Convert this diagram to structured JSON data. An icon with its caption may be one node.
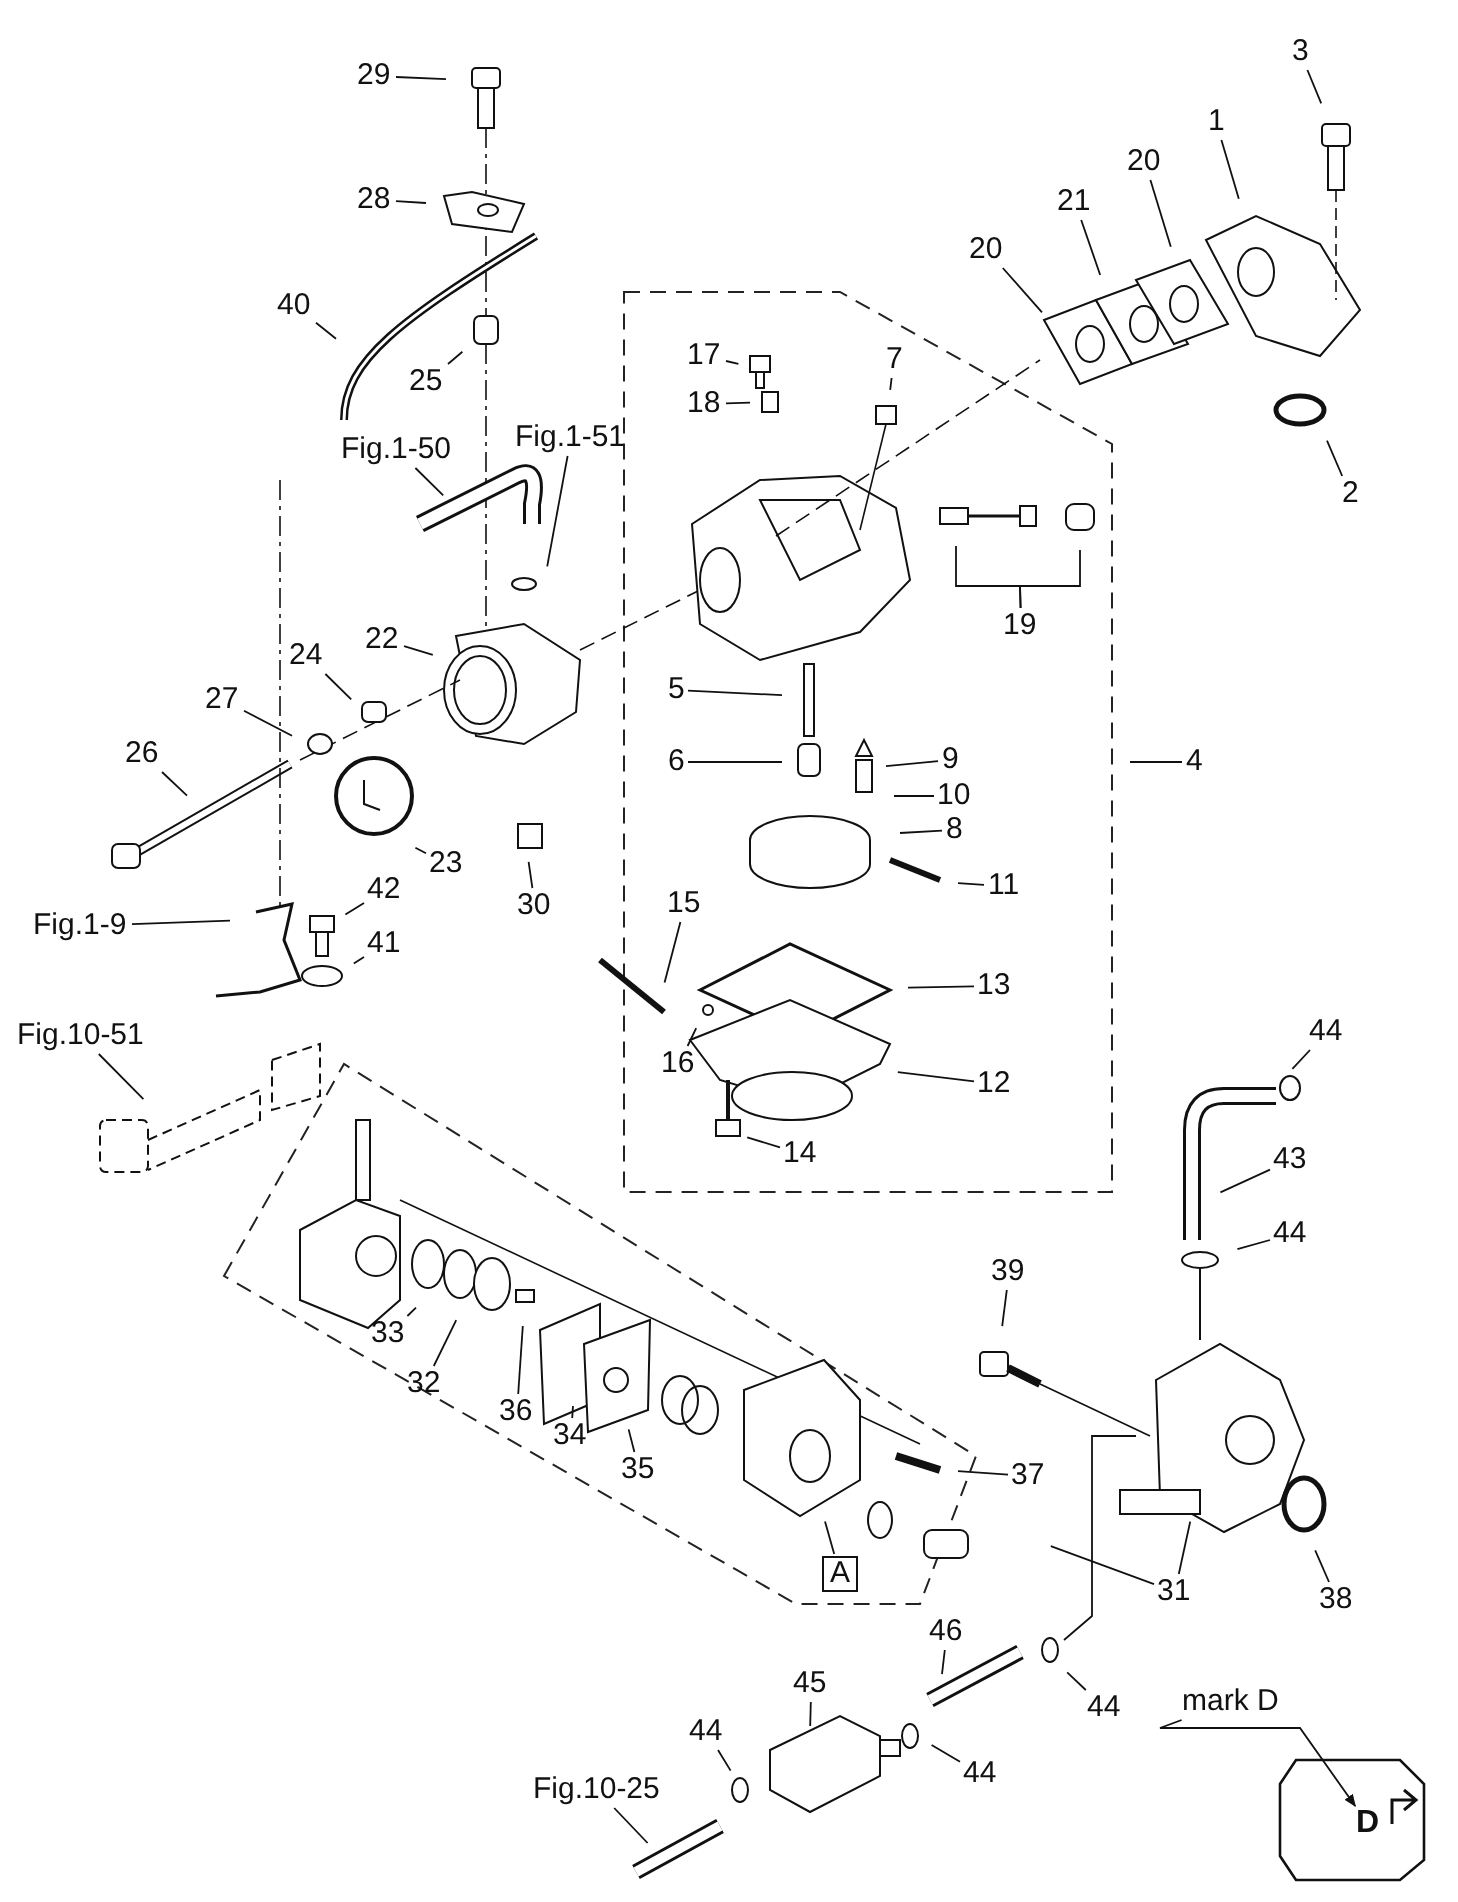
{
  "diagram": {
    "nodes": [
      {
        "text": [
          "29"
        ]
      },
      {
        "text": [
          "3"
        ]
      },
      {
        "text": [
          "1"
        ]
      },
      {
        "text": [
          "28"
        ]
      },
      {
        "text": [
          "20"
        ]
      },
      {
        "text": [
          "21"
        ]
      },
      {
        "text": [
          "20"
        ]
      },
      {
        "text": [
          "40"
        ]
      },
      {
        "text": [
          "17"
        ]
      },
      {
        "text": [
          "7"
        ]
      },
      {
        "text": [
          "25"
        ]
      },
      {
        "text": [
          "18"
        ]
      },
      {
        "text": [
          "Fig.1-51"
        ]
      },
      {
        "text": [
          "Fig.1-50"
        ]
      },
      {
        "text": [
          "2"
        ]
      },
      {
        "text": [
          "19"
        ]
      },
      {
        "text": [
          "22"
        ]
      },
      {
        "text": [
          "24"
        ]
      },
      {
        "text": [
          "5"
        ]
      },
      {
        "text": [
          "27"
        ]
      },
      {
        "text": [
          "26"
        ]
      },
      {
        "text": [
          "4"
        ]
      },
      {
        "text": [
          "9"
        ]
      },
      {
        "text": [
          "6"
        ]
      },
      {
        "text": [
          "10"
        ]
      },
      {
        "text": [
          "8"
        ]
      },
      {
        "text": [
          "23"
        ]
      },
      {
        "text": [
          "11"
        ]
      },
      {
        "text": [
          "42"
        ]
      },
      {
        "text": [
          "30"
        ]
      },
      {
        "text": [
          "15"
        ]
      },
      {
        "text": [
          "Fig.1-9"
        ]
      },
      {
        "text": [
          "41"
        ]
      },
      {
        "text": [
          "13"
        ]
      },
      {
        "text": [
          "44"
        ]
      },
      {
        "text": [
          "Fig.10-51"
        ]
      },
      {
        "text": [
          "16"
        ]
      },
      {
        "text": [
          "12"
        ]
      },
      {
        "text": [
          "14"
        ]
      },
      {
        "text": [
          "43"
        ]
      },
      {
        "text": [
          "44"
        ]
      },
      {
        "text": [
          "39"
        ]
      },
      {
        "text": [
          "33"
        ]
      },
      {
        "text": [
          "32"
        ]
      },
      {
        "text": [
          "36"
        ]
      },
      {
        "text": [
          "34"
        ]
      },
      {
        "text": [
          "35"
        ]
      },
      {
        "text": [
          "37"
        ]
      },
      {
        "text": [
          "A"
        ]
      },
      {
        "text": [
          "38"
        ]
      },
      {
        "text": [
          "31"
        ]
      },
      {
        "text": [
          "46"
        ]
      },
      {
        "text": [
          "45"
        ]
      },
      {
        "text": [
          "mark D"
        ]
      },
      {
        "text": [
          "44"
        ]
      },
      {
        "text": [
          "44"
        ]
      },
      {
        "text": [
          "44"
        ]
      },
      {
        "text": [
          "Fig.10-25"
        ]
      },
      {
        "text": [
          "D"
        ]
      }
    ],
    "edges": [
      {
        "from": 0,
        "to": null,
        "arrow": "none"
      },
      {
        "from": 1,
        "to": null,
        "arrow": "none"
      },
      {
        "from": 2,
        "to": null,
        "arrow": "none"
      },
      {
        "from": 3,
        "to": null,
        "arrow": "none"
      },
      {
        "from": 4,
        "to": null,
        "arrow": "none"
      },
      {
        "from": 5,
        "to": null,
        "arrow": "none"
      },
      {
        "from": 6,
        "to": null,
        "arrow": "none"
      },
      {
        "from": 7,
        "to": null,
        "arrow": "none"
      },
      {
        "from": 8,
        "to": null,
        "arrow": "none"
      },
      {
        "from": 9,
        "to": null,
        "arrow": "none"
      },
      {
        "from": 10,
        "to": null,
        "arrow": "none"
      },
      {
        "from": 11,
        "to": null,
        "arrow": "none"
      },
      {
        "from": 12,
        "to": null,
        "arrow": "none"
      },
      {
        "from": 13,
        "to": null,
        "arrow": "none"
      },
      {
        "from": 14,
        "to": null,
        "arrow": "none"
      },
      {
        "from": 15,
        "to": null,
        "arrow": "none"
      },
      {
        "from": 15,
        "to": null,
        "arrow": "none"
      },
      {
        "from": 16,
        "to": null,
        "arrow": "none"
      },
      {
        "from": 17,
        "to": null,
        "arrow": "none"
      },
      {
        "from": 18,
        "to": null,
        "arrow": "none"
      },
      {
        "from": 19,
        "to": null,
        "arrow": "none"
      },
      {
        "from": 20,
        "to": null,
        "arrow": "none"
      },
      {
        "from": 21,
        "to": null,
        "arrow": "none"
      },
      {
        "from": 22,
        "to": null,
        "arrow": "none"
      },
      {
        "from": 23,
        "to": null,
        "arrow": "none"
      },
      {
        "from": 24,
        "to": null,
        "arrow": "none"
      },
      {
        "from": 25,
        "to": null,
        "arrow": "none"
      },
      {
        "from": 26,
        "to": null,
        "arrow": "none"
      },
      {
        "from": 27,
        "to": null,
        "arrow": "none"
      },
      {
        "from": 28,
        "to": null,
        "arrow": "none"
      },
      {
        "from": 29,
        "to": null,
        "arrow": "none"
      },
      {
        "from": 30,
        "to": null,
        "arrow": "none"
      },
      {
        "from": 31,
        "to": null,
        "arrow": "none"
      },
      {
        "from": 32,
        "to": null,
        "arrow": "none"
      },
      {
        "from": 33,
        "to": null,
        "arrow": "none"
      },
      {
        "from": 34,
        "to": null,
        "arrow": "none"
      },
      {
        "from": 35,
        "to": null,
        "arrow": "none"
      },
      {
        "from": 36,
        "to": null,
        "arrow": "none"
      },
      {
        "from": 37,
        "to": null,
        "arrow": "none"
      },
      {
        "from": 38,
        "to": null,
        "arrow": "none"
      },
      {
        "from": 39,
        "to": null,
        "arrow": "none"
      },
      {
        "from": 40,
        "to": null,
        "arrow": "none"
      },
      {
        "from": 41,
        "to": null,
        "arrow": "none"
      },
      {
        "from": 42,
        "to": null,
        "arrow": "none"
      },
      {
        "from": 43,
        "to": null,
        "arrow": "none"
      },
      {
        "from": 44,
        "to": null,
        "arrow": "none"
      },
      {
        "from": 45,
        "to": null,
        "arrow": "none"
      },
      {
        "from": 46,
        "to": null,
        "arrow": "none"
      },
      {
        "from": 47,
        "to": null,
        "arrow": "none"
      },
      {
        "from": 48,
        "to": null,
        "arrow": "none"
      },
      {
        "from": 49,
        "to": null,
        "arrow": "none"
      },
      {
        "from": 50,
        "to": null,
        "arrow": "none"
      },
      {
        "from": 50,
        "to": null,
        "arrow": "none"
      },
      {
        "from": 51,
        "to": null,
        "arrow": "none"
      },
      {
        "from": 52,
        "to": null,
        "arrow": "none"
      },
      {
        "from": 53,
        "to": 58,
        "arrow": "to"
      },
      {
        "from": 54,
        "to": null,
        "arrow": "none"
      },
      {
        "from": 55,
        "to": null,
        "arrow": "none"
      },
      {
        "from": 56,
        "to": null,
        "arrow": "none"
      },
      {
        "from": 57,
        "to": null,
        "arrow": "none"
      }
    ]
  }
}
